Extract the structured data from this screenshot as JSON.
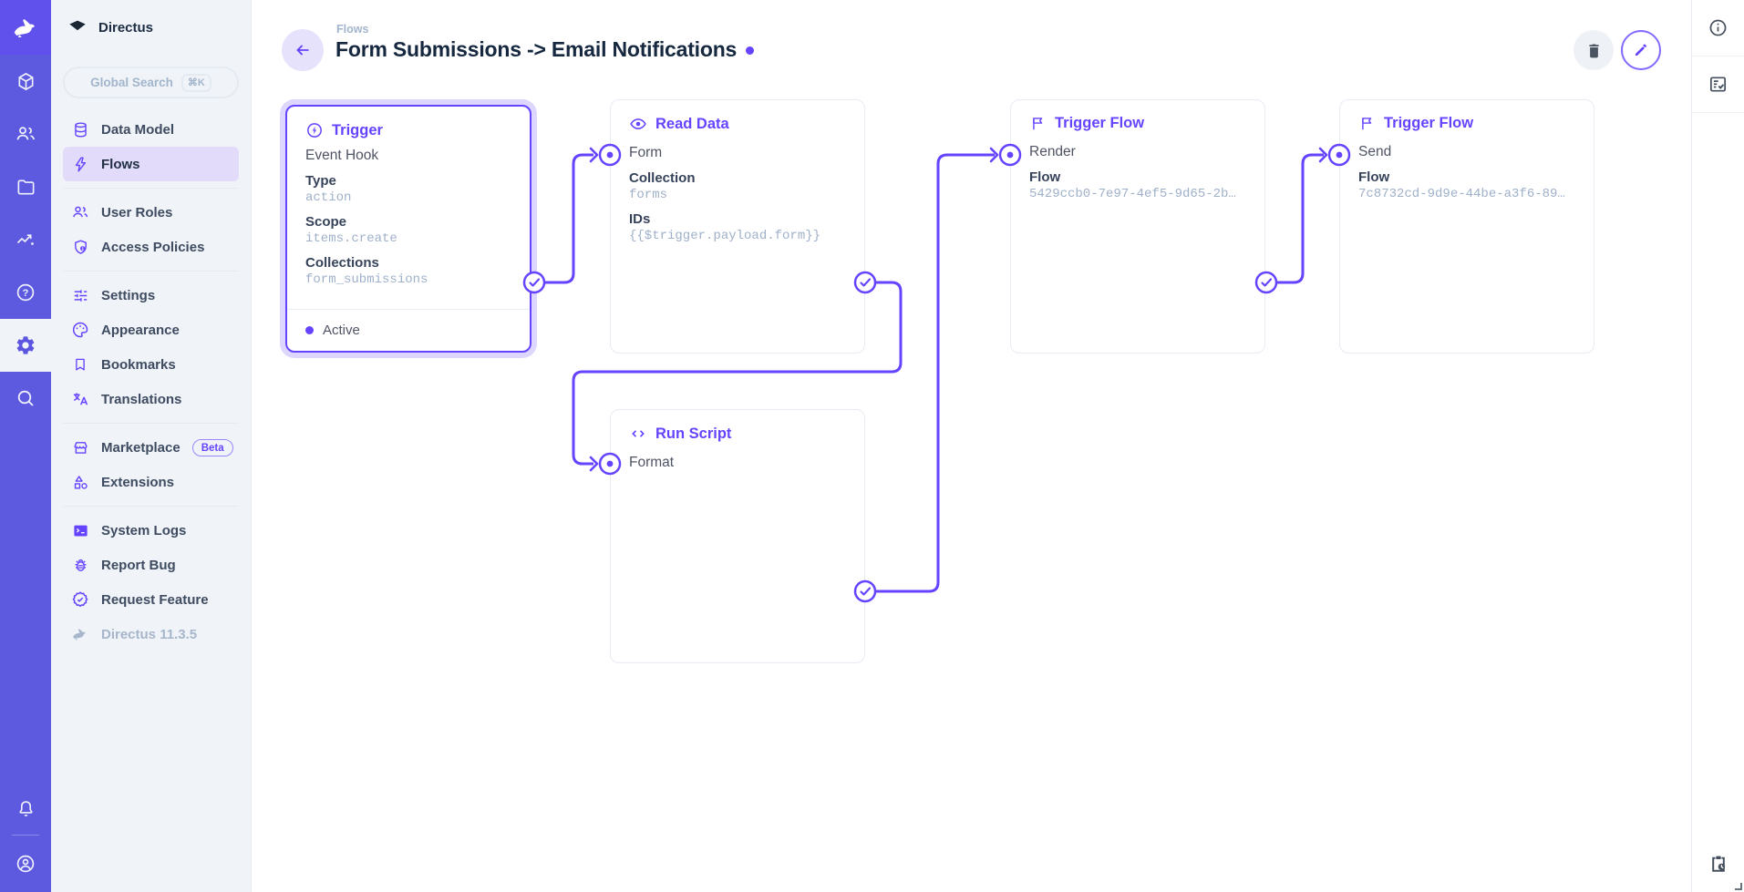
{
  "colors": {
    "accent": "#6644ff",
    "module_bar": "#5e5ae0",
    "module_bar_logo": "#6151ec",
    "nav_bg": "#f0f4f9",
    "nav_active_bg": "#e2dcfa",
    "title_text": "#16283f",
    "subdued_text": "#9fb0c9",
    "panel_border": "#e7ecf3"
  },
  "nav": {
    "project_name": "Directus",
    "search_label": "Global Search",
    "search_shortcut": "⌘K",
    "groups": [
      {
        "items": [
          {
            "label": "Data Model"
          },
          {
            "label": "Flows",
            "active": true
          }
        ]
      },
      {
        "items": [
          {
            "label": "User Roles"
          },
          {
            "label": "Access Policies"
          }
        ]
      },
      {
        "items": [
          {
            "label": "Settings"
          },
          {
            "label": "Appearance"
          },
          {
            "label": "Bookmarks"
          },
          {
            "label": "Translations"
          }
        ]
      },
      {
        "items": [
          {
            "label": "Marketplace",
            "badge": "Beta"
          },
          {
            "label": "Extensions"
          }
        ]
      },
      {
        "items": [
          {
            "label": "System Logs"
          },
          {
            "label": "Report Bug"
          },
          {
            "label": "Request Feature"
          }
        ]
      }
    ],
    "version": "Directus 11.3.5"
  },
  "header": {
    "breadcrumb": "Flows",
    "title": "Form Submissions -> Email Notifications"
  },
  "flow": {
    "trigger": {
      "category": "Trigger",
      "name": "Event Hook",
      "fields": [
        {
          "label": "Type",
          "value": "action"
        },
        {
          "label": "Scope",
          "value": "items.create"
        },
        {
          "label": "Collections",
          "value": "form_submissions"
        }
      ],
      "status": "Active"
    },
    "read_data": {
      "category": "Read Data",
      "name": "Form",
      "fields": [
        {
          "label": "Collection",
          "value": "forms"
        },
        {
          "label": "IDs",
          "value": "{{$trigger.payload.form}}"
        }
      ]
    },
    "trigger_flow_render": {
      "category": "Trigger Flow",
      "name": "Render",
      "fields": [
        {
          "label": "Flow",
          "value": "5429ccb0-7e97-4ef5-9d65-2b…"
        }
      ]
    },
    "trigger_flow_send": {
      "category": "Trigger Flow",
      "name": "Send",
      "fields": [
        {
          "label": "Flow",
          "value": "7c8732cd-9d9e-44be-a3f6-89…"
        }
      ]
    },
    "run_script": {
      "category": "Run Script",
      "name": "Format"
    }
  }
}
